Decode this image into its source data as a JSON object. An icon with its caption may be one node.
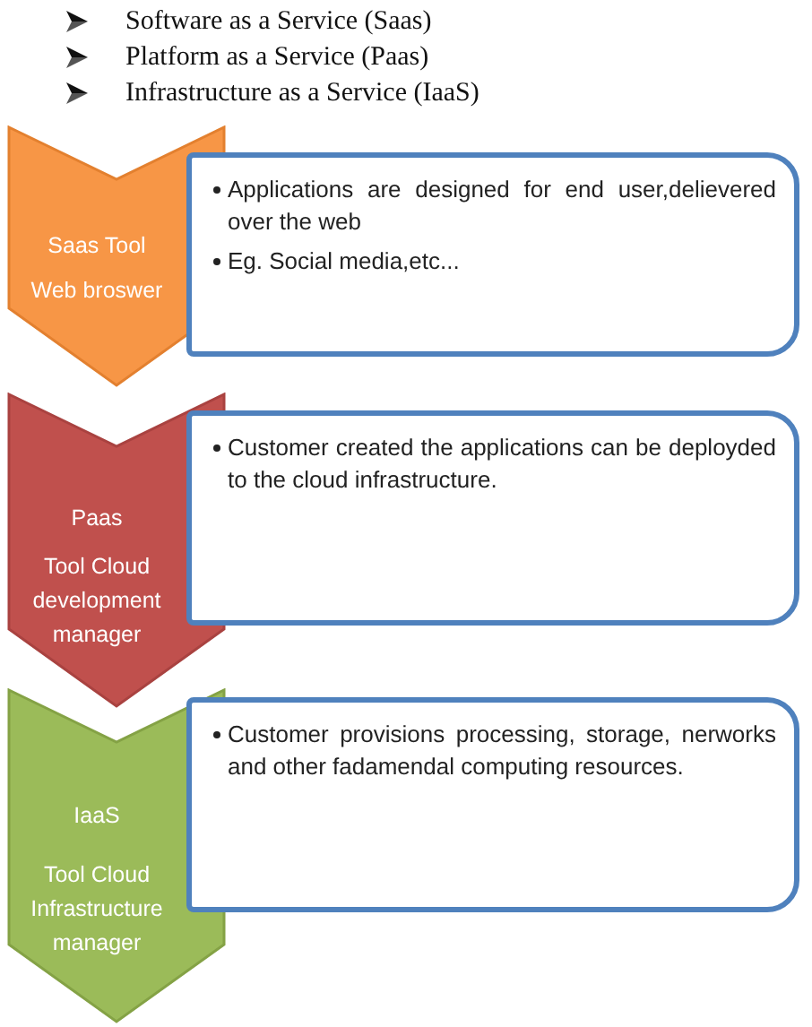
{
  "diagram": {
    "nodes": [
      {
        "text": [
          "Saas Tool",
          "Web broswer"
        ]
      },
      {
        "text": [
          "Applications are designed for end user,delievered over the web",
          "Eg. Social media,etc..."
        ]
      },
      {
        "text": [
          "Paas",
          "Tool Cloud development manager"
        ]
      },
      {
        "text": [
          "Customer created the applications can be deployded to the cloud infrastructure."
        ]
      },
      {
        "text": [
          "IaaS",
          "Tool Cloud Infrastructure manager"
        ]
      },
      {
        "text": [
          "Customer provisions processing, storage, nerworks and other fadamendal computing resources."
        ]
      }
    ],
    "labels": [
      "Software as a Service (Saas)",
      "Platform as a Service (Paas)",
      "Infrastructure as a Service (IaaS)"
    ]
  }
}
